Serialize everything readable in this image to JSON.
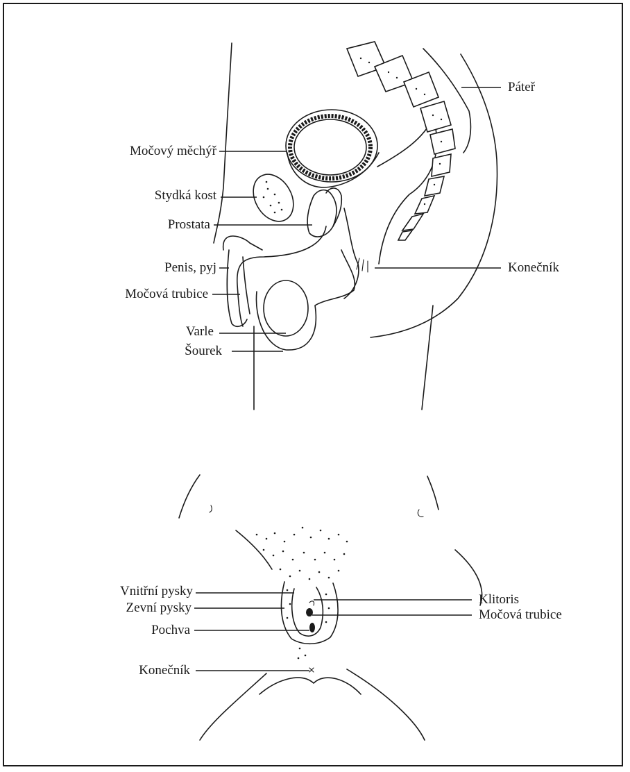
{
  "male": {
    "labels": {
      "spine": "Páteř",
      "bladder": "Močový měchýř",
      "pubic_bone": "Stydká kost",
      "prostate": "Prostata",
      "penis": "Penis, pyj",
      "urethra": "Močová trubice",
      "rectum": "Konečník",
      "testis": "Varle",
      "scrotum": "Šourek"
    }
  },
  "female": {
    "labels": {
      "labia_minora": "Vnitřní pysky",
      "labia_majora": "Zevní pysky",
      "vagina": "Pochva",
      "anus": "Konečník",
      "clitoris": "Klitoris",
      "urethra": "Močová trubice"
    }
  },
  "colors": {
    "ink": "#1a1a1a",
    "background": "#ffffff"
  }
}
